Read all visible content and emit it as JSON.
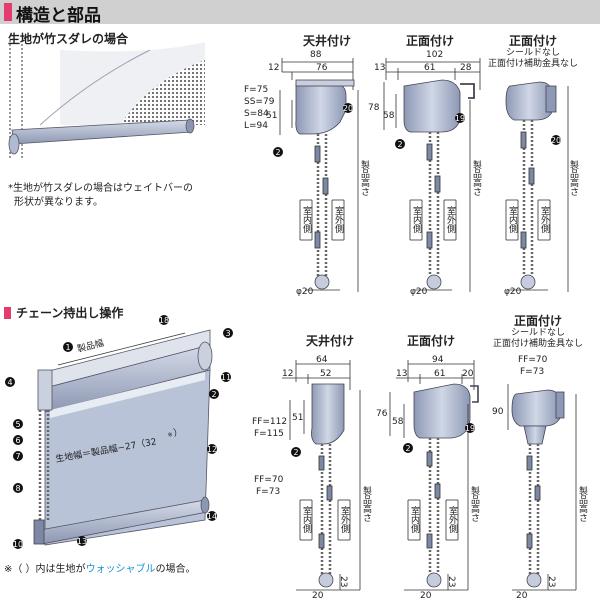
{
  "header": {
    "title": "構造と部品"
  },
  "section1": {
    "subtitle": "生地が竹スダレの場合",
    "note_line1": "*生地が竹スダレの場合はウェイトバーの",
    "note_line2": "形状が異なります。"
  },
  "section2": {
    "title": "チェーン持出し操作",
    "width_label": "製品幅",
    "fabric_width_label": "生地幅＝製品幅−27（32",
    "fabric_width_sup": "※",
    "fabric_width_close": "）",
    "footnote_prefix": "※（ ）内は生地が",
    "footnote_highlight": "ウォッシャブル",
    "footnote_suffix": "の場合。"
  },
  "views_top": [
    {
      "title": "天井付け",
      "subtitle": ""
    },
    {
      "title": "正面付け",
      "subtitle": ""
    },
    {
      "title": "正面付け",
      "subtitle": "シールドなし\n正面付け補助金具なし"
    }
  ],
  "views_bottom": [
    {
      "title": "天井付け",
      "subtitle": ""
    },
    {
      "title": "正面付け",
      "subtitle": ""
    },
    {
      "title": "正面付け",
      "subtitle": "シールドなし\n正面付け補助金具なし"
    }
  ],
  "dims_top": {
    "ceiling": {
      "overall": "88",
      "left": "12",
      "right": "76",
      "height": "51",
      "codes": [
        "F=75",
        "SS=79",
        "S=84",
        "L=94"
      ],
      "ball": "φ20"
    },
    "front": {
      "overall": "102",
      "a": "13",
      "b": "61",
      "c": "28",
      "h1": "78",
      "h2": "58",
      "ball": "φ20"
    },
    "front_plain": {
      "ball": "φ20"
    }
  },
  "dims_bottom": {
    "ceiling": {
      "overall": "64",
      "left": "12",
      "right": "52",
      "height": "51",
      "codes_top": [
        "FF=112",
        "F=115"
      ],
      "codes_bottom": [
        "FF=70",
        "F=73"
      ],
      "ball": "20",
      "drop": "23"
    },
    "front": {
      "overall": "94",
      "a": "13",
      "b": "61",
      "c": "20",
      "h1": "76",
      "h2": "58",
      "ball": "20",
      "drop": "23"
    },
    "front_plain": {
      "codes": [
        "FF=70",
        "F=73"
      ],
      "h": "90",
      "ball": "20",
      "drop": "23"
    }
  },
  "side_labels": {
    "indoor": "室内側",
    "outdoor": "室外側",
    "product_height": "製品高さ"
  },
  "part_numbers": [
    "1",
    "2",
    "3",
    "4",
    "5",
    "6",
    "7",
    "8",
    "10",
    "11",
    "12",
    "13",
    "14",
    "18",
    "19",
    "20"
  ],
  "colors": {
    "accent": "#e43c6f",
    "metal": "#b9c3d8",
    "metal_dark": "#7d88a4",
    "link": "#1a8fd0"
  }
}
